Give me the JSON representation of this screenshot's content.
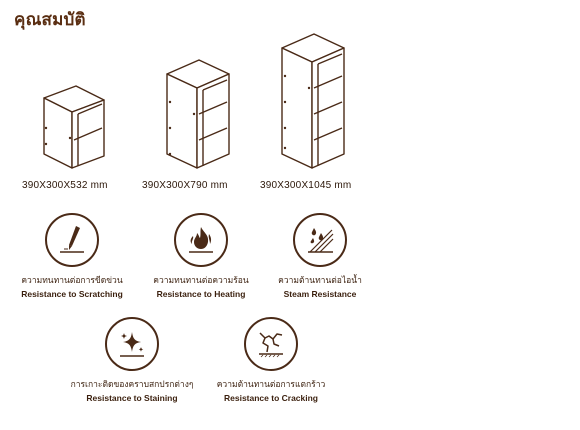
{
  "header": {
    "title": "คุณสมบัติ"
  },
  "products": [
    {
      "size": "390X300X532 mm",
      "levels": 2
    },
    {
      "size": "390X300X790 mm",
      "levels": 3
    },
    {
      "size": "390X300X1045 mm",
      "levels": 4
    }
  ],
  "features": [
    {
      "th": "ความทนทานต่อการขีดข่วน",
      "en": "Resistance to Scratching",
      "icon": "scratch-icon"
    },
    {
      "th": "ความทนทานต่อความร้อน",
      "en": "Resistance to Heating",
      "icon": "fire-icon"
    },
    {
      "th": "ความต้านทานต่อไอน้ำ",
      "en": "Steam Resistance",
      "icon": "steam-drops-icon"
    },
    {
      "th": "การเกาะติดของคราบสกปรกต่างๆ",
      "en": "Resistance to Staining",
      "icon": "sparkle-icon"
    },
    {
      "th": "ความต้านทานต่อการแตกร้าว",
      "en": "Resistance to Cracking",
      "icon": "crack-icon"
    }
  ],
  "colors": {
    "accent": "#5a2e12",
    "line": "#4a2a17"
  }
}
